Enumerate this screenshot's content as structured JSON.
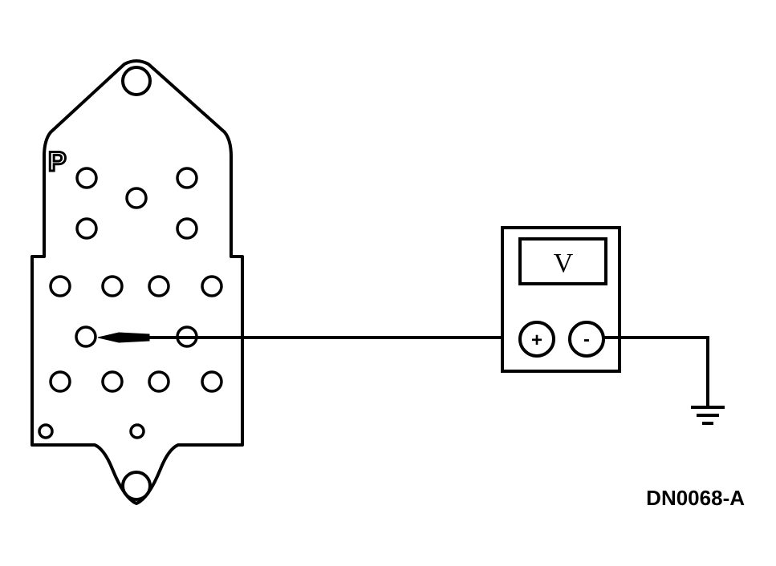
{
  "meter": {
    "display": "V",
    "positive_terminal": "+",
    "negative_terminal": "-"
  },
  "connector": {
    "pin_marker": "P"
  },
  "figure_id": "DN0068-A",
  "colors": {
    "line": "#000000",
    "background": "#ffffff"
  }
}
